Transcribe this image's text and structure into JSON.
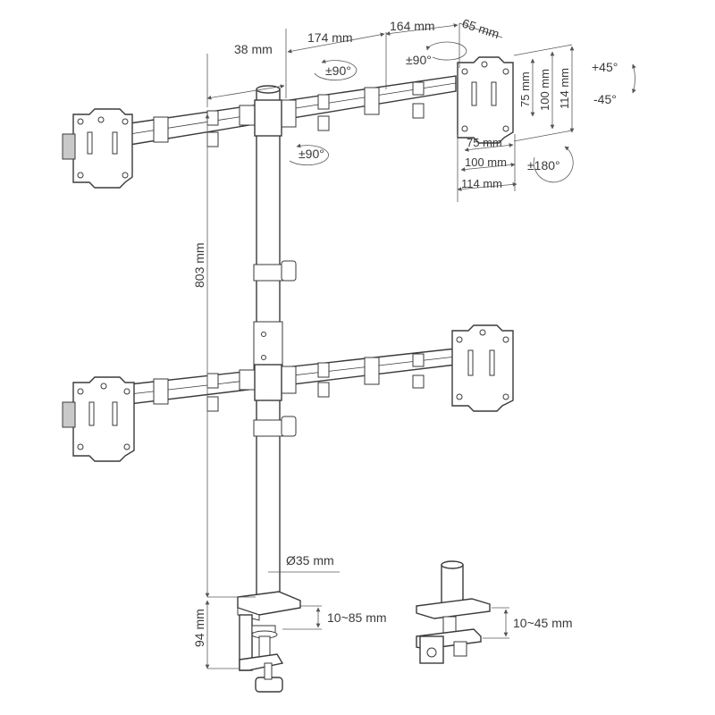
{
  "dimensions": {
    "offset_left": "38 mm",
    "arm_segment_1": "174 mm",
    "arm_segment_2": "164 mm",
    "plate_offset": "65 mm",
    "pole_height": "803 mm",
    "pole_diameter": "Ø35 mm",
    "clamp_height": "94 mm",
    "clamp_range": "10~85 mm",
    "grommet_range": "10~45 mm"
  },
  "vesa": {
    "v75": "75 mm",
    "v100": "100 mm",
    "v114": "114 mm",
    "h75": "75 mm",
    "h100": "100 mm",
    "h114": "114 mm"
  },
  "rotation": {
    "swivel_1": "±90°",
    "swivel_2": "±90°",
    "swivel_3": "±90°",
    "tilt_up": "+45°",
    "tilt_down": "-45°",
    "rotate": "±180°"
  }
}
